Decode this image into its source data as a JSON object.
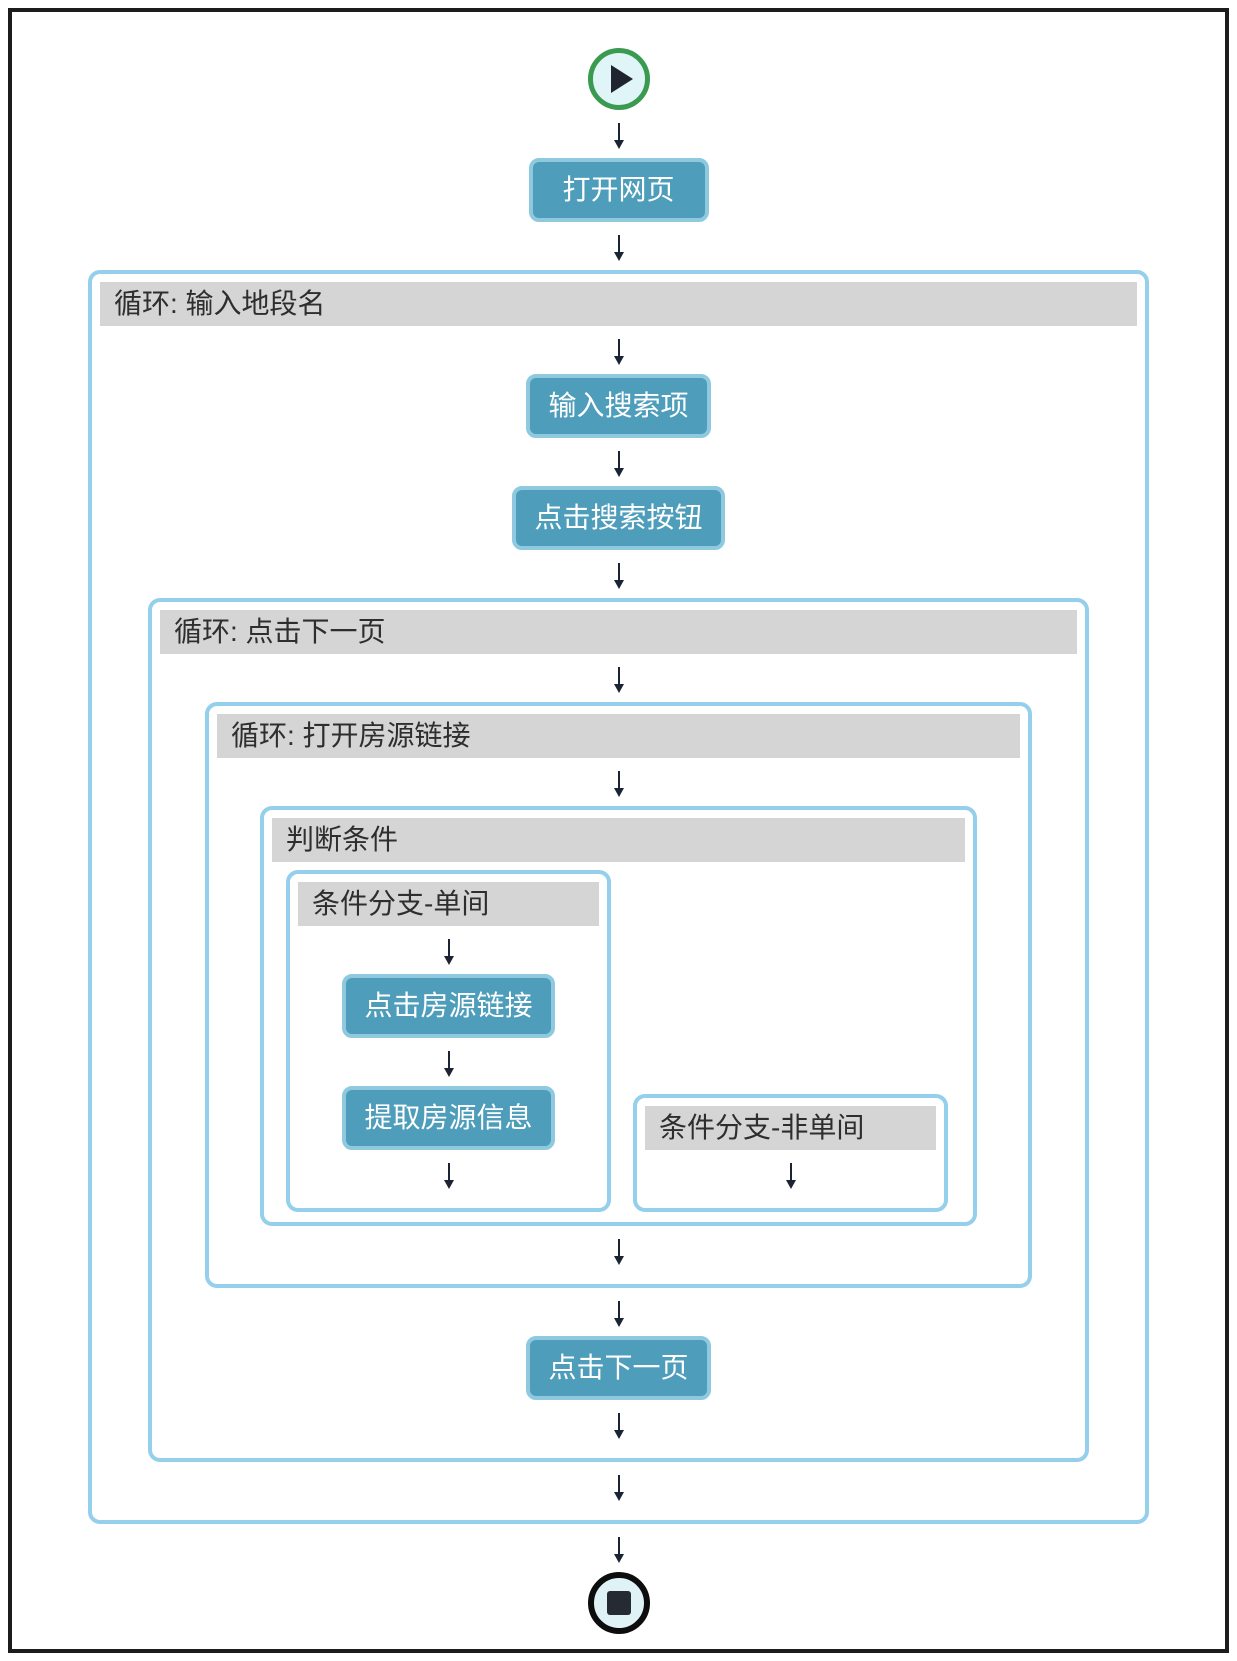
{
  "colors": {
    "frame_border": "#1c1c1c",
    "container_border": "#94cfec",
    "header_bg": "#d5d5d5",
    "header_text": "#2e2e2e",
    "button_bg": "#4e9dba",
    "button_border": "#8fc9e0",
    "button_text": "#ffffff",
    "arrow": "#1b2433",
    "play_ring": "#3a9a50",
    "play_fill": "#e0f5f8",
    "play_glyph": "#1e2430",
    "stop_ring": "#0d0d0d",
    "stop_fill": "#dff3f6",
    "stop_glyph": "#262b33"
  },
  "icons": {
    "start": "play-icon",
    "end": "stop-icon"
  },
  "nodes": {
    "open_page": "打开网页",
    "loop_location": "循环: 输入地段名",
    "enter_search": "输入搜索项",
    "click_search": "点击搜索按钮",
    "loop_next_page": "循环: 点击下一页",
    "loop_open_listing": "循环: 打开房源链接",
    "condition": "判断条件",
    "branch_single": "条件分支-单间",
    "click_listing": "点击房源链接",
    "extract_info": "提取房源信息",
    "branch_not_single": "条件分支-非单间",
    "click_next": "点击下一页"
  }
}
